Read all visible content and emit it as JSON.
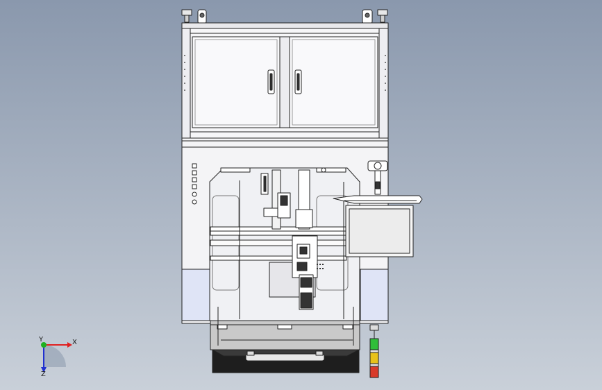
{
  "viewport": {
    "background_top": "#8a98ad",
    "background_bottom": "#c9d0d9"
  },
  "triad": {
    "x_label": "X",
    "y_label": "Y",
    "z_label": "Z",
    "x_color": "#e02020",
    "y_color": "#20b020",
    "z_color": "#2030d0"
  },
  "stack_light": {
    "colors": [
      "#2fbf3a",
      "#e8c21a",
      "#d93a2a"
    ]
  }
}
